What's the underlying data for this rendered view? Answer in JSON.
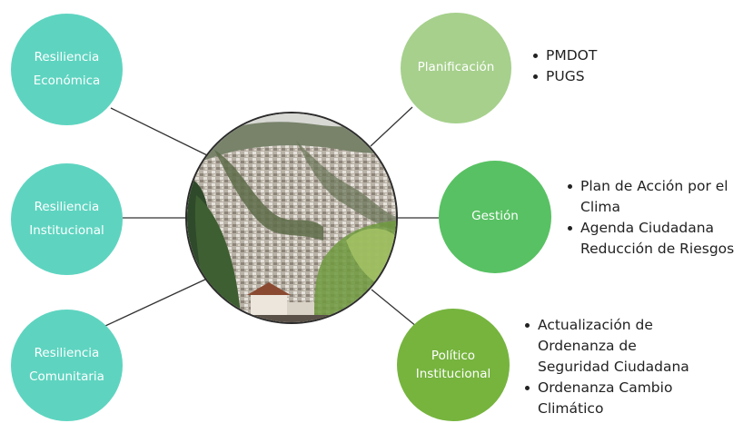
{
  "nodes": {
    "economica": [
      "Resiliencia",
      "Económica"
    ],
    "institucional": [
      "Resiliencia",
      "Institucional"
    ],
    "comunitaria": [
      "Resiliencia",
      "Comunitaria"
    ],
    "planificacion": [
      "Planificación"
    ],
    "gestion": [
      "Gestión"
    ],
    "politico": [
      "Político",
      "Institucional"
    ]
  },
  "bullets": {
    "planificacion": [
      "PMDOT",
      "PUGS"
    ],
    "gestion": [
      [
        "Plan de Acción por el",
        "Clima"
      ],
      [
        "Agenda Ciudadana",
        "Reducción de Riesgos"
      ]
    ],
    "politico": [
      [
        "Actualización de",
        "Ordenanza de",
        "Seguridad Ciudadana"
      ],
      [
        "Ordenanza Cambio",
        "Climático"
      ]
    ]
  },
  "colors": {
    "resiliencia": "#5ed4c0",
    "planificacion": "#a6d08c",
    "gestion": "#58c163",
    "politico": "#76b43e",
    "connector": "#333333"
  },
  "center_image": "hillside city photo"
}
